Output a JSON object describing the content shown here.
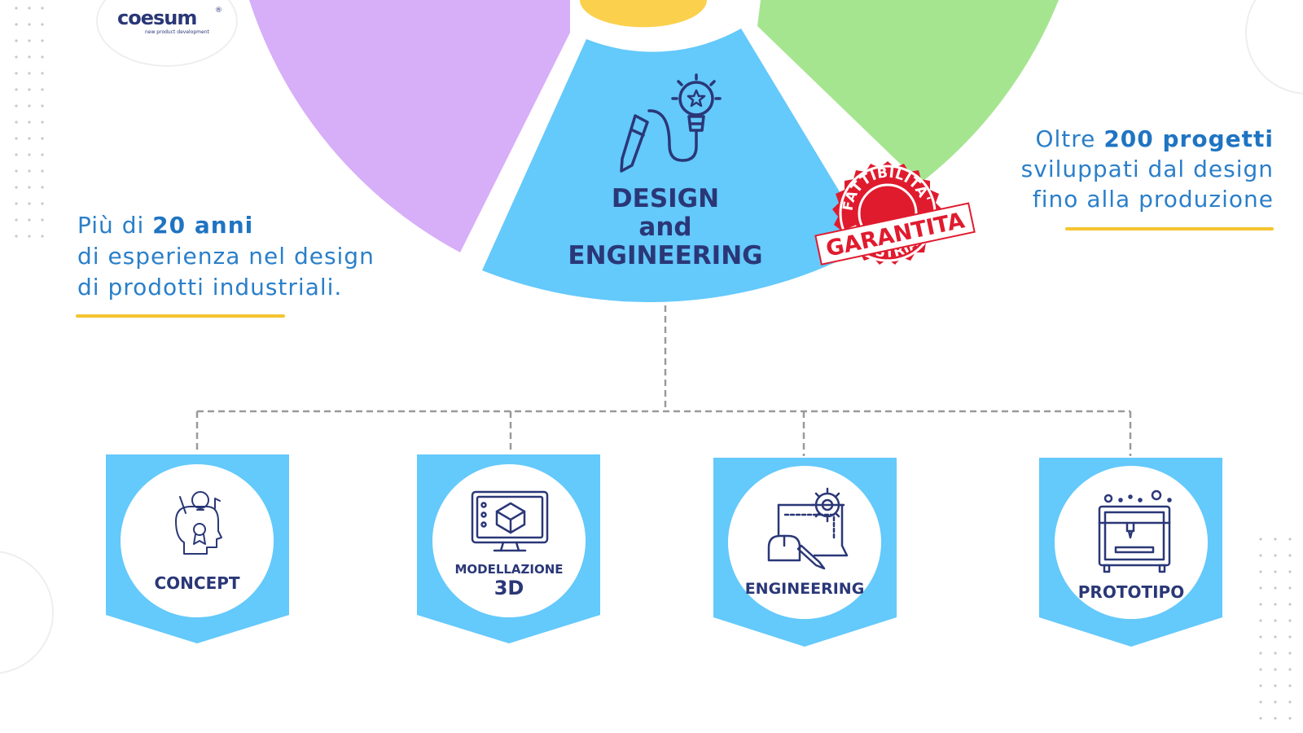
{
  "logo": {
    "text": "coesum",
    "subtitle": "new product development",
    "mark": "®"
  },
  "left_text": {
    "prefix": "Più di ",
    "highlight": "20 anni",
    "line2": "di esperienza nel design",
    "line3": "di prodotti industriali."
  },
  "right_text": {
    "prefix": "Oltre ",
    "highlight": "200 progetti",
    "line2": "sviluppati dal design",
    "line3": "fino alla produzione"
  },
  "center": {
    "line1": "DESIGN",
    "line2": "and",
    "line3": "ENGINEERING"
  },
  "stamp": {
    "top": "FATTIBILITA'",
    "middle": "GARANTITA",
    "bottom": "INDUSTRIALE"
  },
  "steps": [
    {
      "label": "CONCEPT",
      "icon": "concept-head-icon"
    },
    {
      "label_small": "MODELLAZIONE",
      "label_big": "3D",
      "icon": "monitor-3d-cube-icon"
    },
    {
      "label": "ENGINEERING",
      "icon": "blueprint-gear-icon"
    },
    {
      "label": "PROTOTIPO",
      "icon": "3d-printer-icon"
    }
  ],
  "colors": {
    "purple": "#d7aef8",
    "green": "#a6e590",
    "yellow": "#fbd04c",
    "blue": "#64c9fb",
    "navy": "#2a3777",
    "text_blue": "#2a7fc9",
    "underline": "#f4c531",
    "stamp_red": "#e01b2e"
  }
}
